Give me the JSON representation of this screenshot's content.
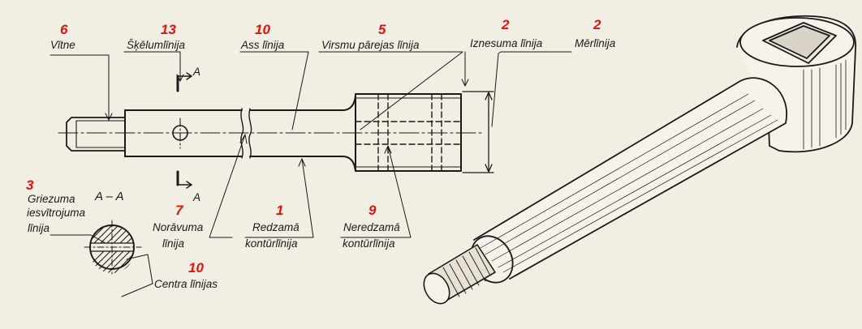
{
  "colors": {
    "paper": "#f1eee3",
    "ink": "#1a1a1a",
    "number_red": "#e3120b"
  },
  "callouts": {
    "vitne": {
      "number": "6",
      "label": "Vītne"
    },
    "skelumlinija": {
      "number": "13",
      "label": "Šķēlumlīnija"
    },
    "ass_linija": {
      "number": "10",
      "label": "Ass līnija"
    },
    "virsmu_parejas": {
      "number": "5",
      "label": "Virsmu pārejas līnija"
    },
    "iznesuma": {
      "number": "2",
      "label": "Iznesuma līnija"
    },
    "merlinija": {
      "number": "2",
      "label": "Mērlīnija"
    },
    "griezuma": {
      "number": "3",
      "label_lines": [
        "Griezuma",
        "iesvītrojuma",
        "līnija"
      ]
    },
    "noravuma": {
      "number": "7",
      "label_lines": [
        "Norāvuma",
        "līnija"
      ]
    },
    "redzama": {
      "number": "1",
      "label_lines": [
        "Redzamā",
        "kontūrlīnija"
      ]
    },
    "neredzama": {
      "number": "9",
      "label_lines": [
        "Neredzamā",
        "kontūrlīnija"
      ]
    },
    "centra": {
      "number": "10",
      "label": "Centra līnijas"
    }
  },
  "section_marks": {
    "letter": "A",
    "section_title": "A – A"
  }
}
